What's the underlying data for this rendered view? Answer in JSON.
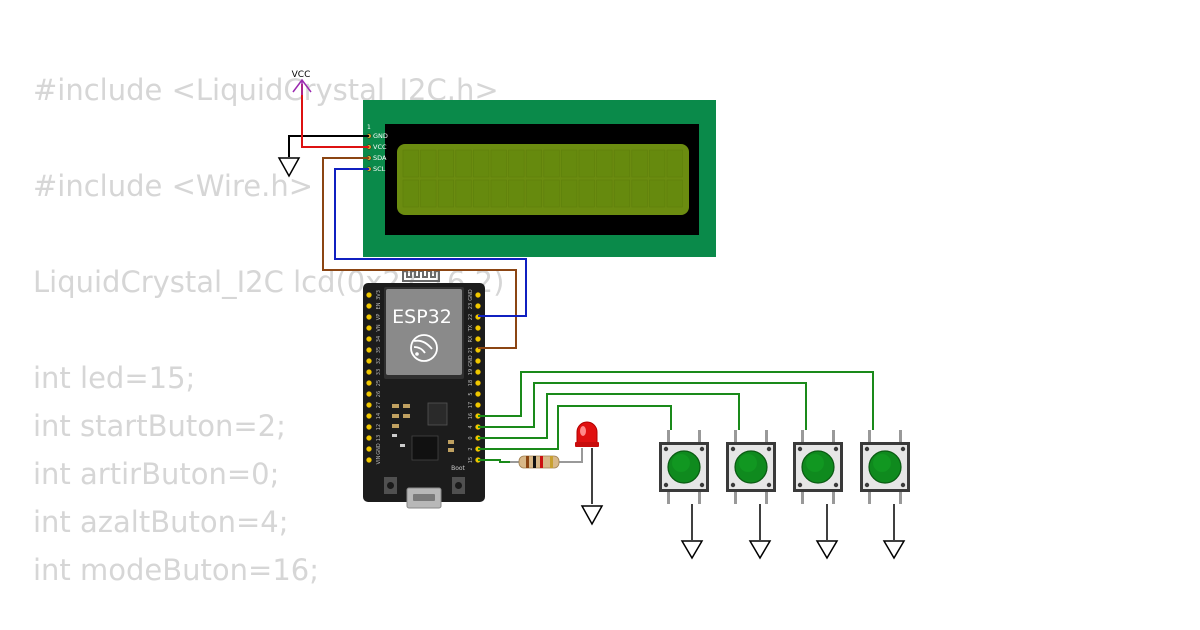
{
  "code_lines": [
    "#include <LiquidCrystal_I2C.h>",
    "",
    "#include <Wire.h>",
    "",
    "LiquidCrystal_I2C lcd(0x27,16,2)",
    "",
    "int led=15;",
    "int startButon=2;",
    "int artirButon=0;",
    "int azaltButon=4;",
    "int modeButon=16;"
  ],
  "power": {
    "vcc_label": "VCC"
  },
  "lcd": {
    "pin_index": "1",
    "pins": [
      "GND",
      "VCC",
      "SDA",
      "SCL"
    ],
    "board_color": "#0a8a4a",
    "screen_color": "#6b8c10"
  },
  "esp32": {
    "chip_label": "ESP32",
    "boot_label": "Boot",
    "left_pins": [
      "3V3",
      "EN",
      "VP",
      "VN",
      "34",
      "35",
      "32",
      "33",
      "25",
      "26",
      "27",
      "14",
      "12",
      "13",
      "GND",
      "VIN"
    ],
    "right_pins": [
      "GND",
      "23",
      "22",
      "TX",
      "RX",
      "21",
      "GND",
      "19",
      "18",
      "5",
      "17",
      "16",
      "4",
      "0",
      "2",
      "15"
    ]
  },
  "wire_colors": {
    "gnd": "#000000",
    "vcc": "#dd1111",
    "sda": "#8b4513",
    "scl": "#1020c0",
    "button": "#1a8a1a"
  },
  "button_color": "#0f8a1e",
  "led_color": "#e01010"
}
